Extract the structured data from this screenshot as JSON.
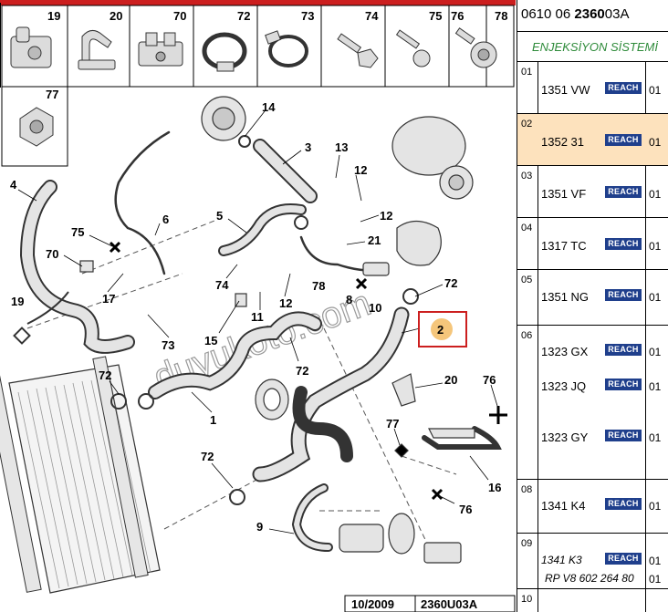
{
  "header": {
    "ref_prefix": "0610 06",
    "ref_main": "2360",
    "ref_suffix": "03A",
    "system": "ENJEKSİYON SİSTEMİ"
  },
  "thumbnails": [
    "19",
    "20",
    "70",
    "72",
    "73",
    "74",
    "75",
    "76",
    "78",
    "77"
  ],
  "callouts": {
    "c14": "14",
    "c3": "3",
    "c13": "13",
    "c12a": "12",
    "c12b": "12",
    "c4": "4",
    "c6": "6",
    "c5": "5",
    "c75": "75",
    "c70": "70",
    "c17": "17",
    "c19": "19",
    "c21": "21",
    "c78": "78",
    "c8": "8",
    "c10": "10",
    "c72a": "72",
    "c74": "74",
    "c11": "11",
    "c12c": "12",
    "c15": "15",
    "c73": "73",
    "c72b": "72",
    "c72c": "72",
    "c1": "1",
    "c2": "2",
    "c20": "20",
    "c76a": "76",
    "c77": "77",
    "c16": "16",
    "c72d": "72",
    "c9": "9",
    "c76b": "76"
  },
  "footer": {
    "date": "10/2009",
    "code": "2360U03A"
  },
  "watermark": "duyukoto.com",
  "colors": {
    "frame_red": "#cc1f1f",
    "highlight": "#fde2bd",
    "reach_badge": "#1f3f8c",
    "system_green": "#2e8b3a"
  },
  "rows": [
    {
      "no": "01",
      "parts": [
        {
          "name": "1351 VW",
          "badge": "REACH",
          "qty": "01"
        }
      ]
    },
    {
      "no": "02",
      "parts": [
        {
          "name": "1352 31",
          "badge": "REACH",
          "qty": "01"
        }
      ]
    },
    {
      "no": "03",
      "parts": [
        {
          "name": "1351 VF",
          "badge": "REACH",
          "qty": "01"
        }
      ]
    },
    {
      "no": "04",
      "parts": [
        {
          "name": "1317 TC",
          "badge": "REACH",
          "qty": "01"
        }
      ]
    },
    {
      "no": "05",
      "parts": [
        {
          "name": "1351 NG",
          "badge": "REACH",
          "qty": "01"
        }
      ]
    },
    {
      "no": "06",
      "parts": [
        {
          "name": "1323 GX",
          "badge": "REACH",
          "qty": "01"
        },
        {
          "name": "1323 JQ",
          "badge": "REACH",
          "qty": "01"
        },
        {
          "name": "1323 GY",
          "badge": "REACH",
          "qty": "01"
        }
      ]
    },
    {
      "no": "08",
      "parts": [
        {
          "name": "1341 K4",
          "badge": "REACH",
          "qty": "01"
        }
      ]
    },
    {
      "no": "09",
      "parts": [
        {
          "name": "1341 K3",
          "badge": "REACH",
          "qty": "01"
        },
        {
          "name": "RP V8 602 264 80",
          "badge": "",
          "qty": "01"
        }
      ]
    },
    {
      "no": "10",
      "parts": []
    }
  ]
}
